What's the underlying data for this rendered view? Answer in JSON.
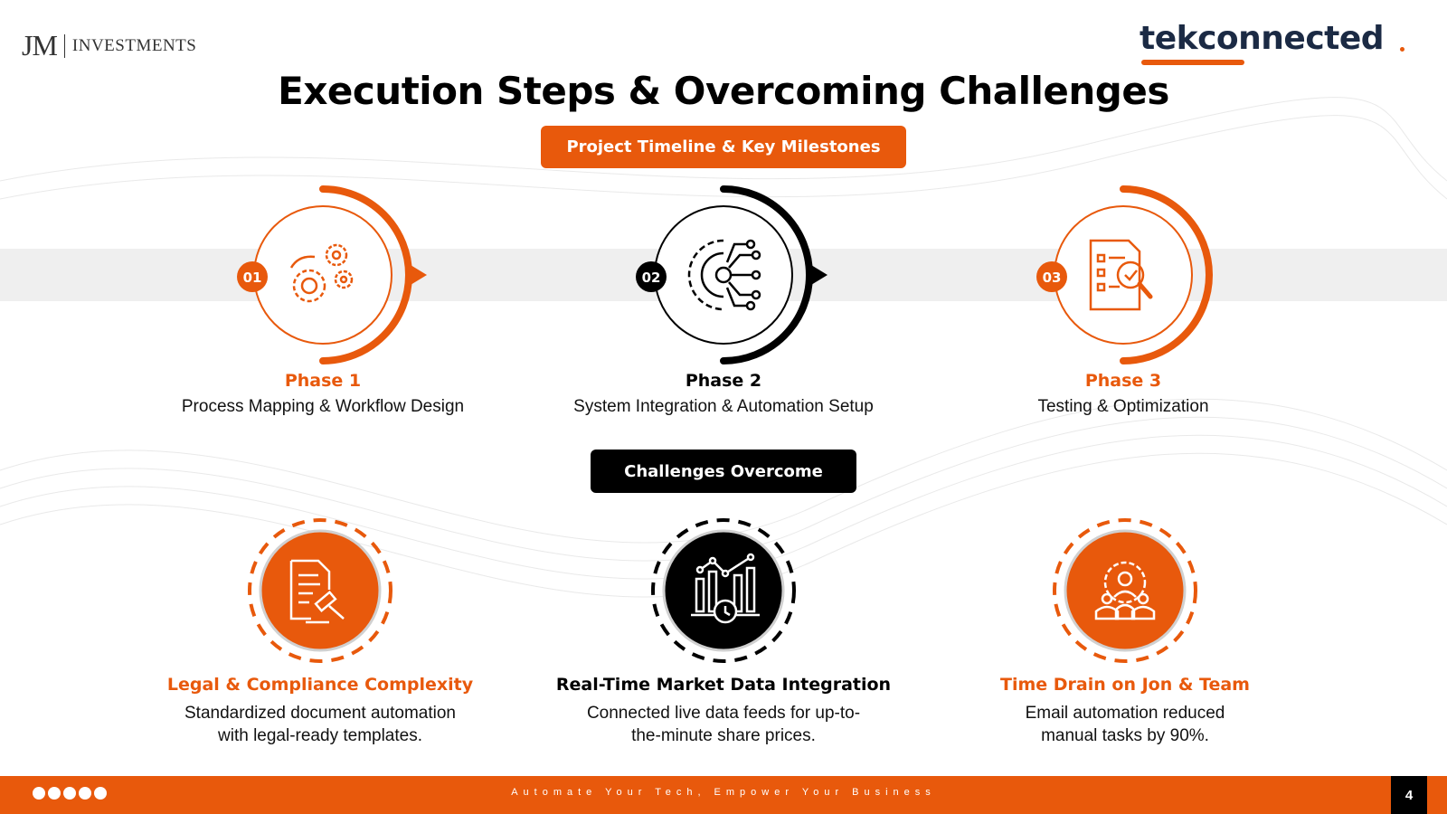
{
  "logo_left": {
    "jm": "JM",
    "investments": "INVESTMENTS"
  },
  "logo_right": {
    "text": "tekconnected"
  },
  "title": "Execution Steps & Overcoming Challenges",
  "timeline_pill": "Project Timeline & Key Milestones",
  "challenges_pill": "Challenges Overcome",
  "phases": [
    {
      "number": "01",
      "title": "Phase 1",
      "description": "Process Mapping & Workflow Design",
      "icon": "gears-icon",
      "color": "#e8590c"
    },
    {
      "number": "02",
      "title": "Phase 2",
      "description": "System Integration & Automation Setup",
      "icon": "gear-circuit-icon",
      "color": "#000000"
    },
    {
      "number": "03",
      "title": "Phase 3",
      "description": "Testing & Optimization",
      "icon": "checklist-magnifier-icon",
      "color": "#e8590c"
    }
  ],
  "challenges": [
    {
      "title": "Legal & Compliance Complexity",
      "description_line1": "Standardized document automation",
      "description_line2": "with legal-ready templates.",
      "icon": "legal-document-gavel-icon",
      "color": "#e8590c"
    },
    {
      "title": "Real-Time Market Data Integration",
      "description_line1": "Connected live data feeds for up-to-",
      "description_line2": "the-minute share prices.",
      "icon": "market-chart-clock-icon",
      "color": "#000000"
    },
    {
      "title": "Time Drain on Jon & Team",
      "description_line1": "Email automation reduced",
      "description_line2": "manual tasks by 90%.",
      "icon": "team-gear-icon",
      "color": "#e8590c"
    }
  ],
  "footer": {
    "social_icons": [
      "facebook-icon",
      "twitter-icon",
      "instagram-icon",
      "youtube-icon",
      "linkedin-icon"
    ],
    "tagline": "Automate Your Tech, Empower Your Business",
    "page_number": "4"
  },
  "colors": {
    "accent": "#e8590c",
    "dark": "#000000",
    "band": "#efefef"
  }
}
